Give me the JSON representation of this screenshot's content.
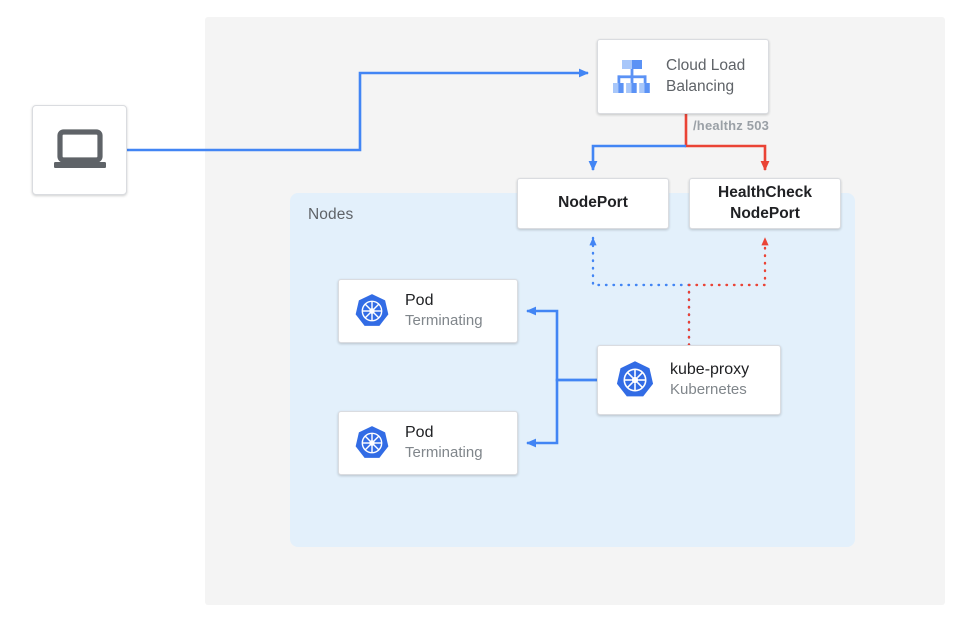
{
  "diagram": {
    "title": "Kubernetes NodePort health check with terminating pods",
    "colors": {
      "blue": "#4285f4",
      "red": "#ea4335",
      "panel_gray": "#f4f4f4",
      "panel_blue": "#e3f0fb",
      "text_dark": "#202124",
      "text_muted": "#5f6368",
      "text_sub": "#80868b",
      "card_border": "#dadce0",
      "k8s_blue": "#326ce5",
      "laptop_gray": "#5f6368"
    },
    "panels": {
      "outer": {
        "name": "cloud-region-panel",
        "label": ""
      },
      "nodes": {
        "name": "nodes-panel",
        "label": "Nodes"
      }
    },
    "nodes": [
      {
        "id": "client",
        "name": "client-device",
        "icon": "laptop-icon",
        "title": "",
        "subtitle": ""
      },
      {
        "id": "load-balancer",
        "name": "cloud-load-balancing",
        "icon": "cloud-load-balancing-icon",
        "title": "Cloud Load",
        "title_line2": "Balancing",
        "subtitle": ""
      },
      {
        "id": "nodeport",
        "name": "nodeport",
        "icon": "",
        "title": "NodePort",
        "subtitle": ""
      },
      {
        "id": "healthcheck-nodeport",
        "name": "healthcheck-nodeport",
        "icon": "",
        "title": "HealthCheck",
        "title_line2": "NodePort",
        "subtitle": ""
      },
      {
        "id": "pod-1",
        "name": "pod-terminating-1",
        "icon": "kubernetes-icon",
        "title": "Pod",
        "subtitle": "Terminating"
      },
      {
        "id": "pod-2",
        "name": "pod-terminating-2",
        "icon": "kubernetes-icon",
        "title": "Pod",
        "subtitle": "Terminating"
      },
      {
        "id": "kube-proxy",
        "name": "kube-proxy",
        "icon": "kubernetes-icon",
        "title": "kube-proxy",
        "subtitle": "Kubernetes"
      }
    ],
    "edges": [
      {
        "name": "edge-client-to-lb",
        "from": "client",
        "to": "load-balancer",
        "color": "#4285f4",
        "style": "solid",
        "label": ""
      },
      {
        "name": "edge-lb-to-nodeport",
        "from": "load-balancer",
        "to": "nodeport",
        "color": "#4285f4",
        "style": "solid",
        "label": ""
      },
      {
        "name": "edge-lb-to-healthcheck",
        "from": "load-balancer",
        "to": "healthcheck-nodeport",
        "color": "#ea4335",
        "style": "solid",
        "label": "/healthz 503"
      },
      {
        "name": "edge-kubeproxy-to-nodeport",
        "from": "kube-proxy",
        "to": "nodeport",
        "color": "#4285f4",
        "style": "dotted",
        "label": ""
      },
      {
        "name": "edge-kubeproxy-to-healthcheck",
        "from": "kube-proxy",
        "to": "healthcheck-nodeport",
        "color": "#ea4335",
        "style": "dotted",
        "label": ""
      },
      {
        "name": "edge-kubeproxy-to-pods",
        "from": "kube-proxy",
        "to": "pod-1,pod-2",
        "color": "#4285f4",
        "style": "solid",
        "label": ""
      }
    ],
    "labels": {
      "healthz": "/healthz 503"
    }
  }
}
